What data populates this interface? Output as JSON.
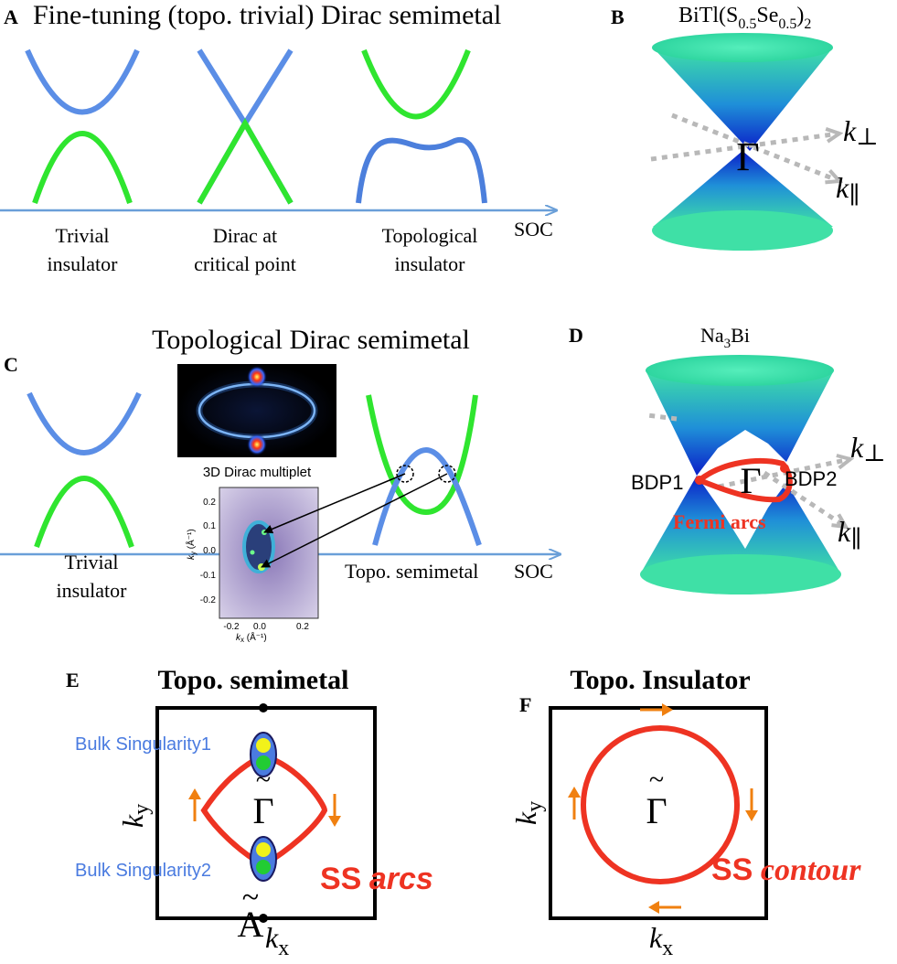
{
  "panel_a": {
    "letter": "A",
    "title": "Fine-tuning (topo. trivial) Dirac semimetal",
    "axis_label": "SOC",
    "label_trivial_1": "Trivial",
    "label_trivial_2": "insulator",
    "label_dirac_1": "Dirac at",
    "label_dirac_2": "critical point",
    "label_topo_1": "Topological",
    "label_topo_2": "insulator"
  },
  "panel_b": {
    "letter": "B",
    "material_main": "BiTl(S",
    "sub_s": "0.5",
    "material_se": "Se",
    "sub_se": "0.5",
    "material_close": ")",
    "sub_2": "2",
    "gamma": "Γ",
    "k_perp": "k",
    "k_perp_sub": "⊥",
    "k_par": "k",
    "k_par_sub": "∥"
  },
  "panel_c": {
    "letter": "C",
    "title": "Topological Dirac semimetal",
    "inset_caption": "3D Dirac multiplet",
    "label_trivial_1": "Trivial",
    "label_trivial_2": "insulator",
    "label_topo": "Topo. semimetal",
    "axis_label": "SOC",
    "arpes_ylabel": "k",
    "arpes_ylabel_sub": "y",
    "arpes_ylabel_unit": " (Å⁻¹)",
    "arpes_xlabel": "k",
    "arpes_xlabel_sub": "x",
    "arpes_xlabel_unit": " (Å⁻¹)",
    "arpes_yticks": [
      "0.2",
      "0.1",
      "0.0",
      "-0.1",
      "-0.2"
    ],
    "arpes_xticks": [
      "-0.2",
      "0.0",
      "0.2"
    ]
  },
  "panel_d": {
    "letter": "D",
    "material_main": "Na",
    "sub_3": "3",
    "material_end": "Bi",
    "gamma": "Γ",
    "bdp1": "BDP1",
    "bdp2": "BDP2",
    "fermi_arcs": "Fermi arcs",
    "k_perp": "k",
    "k_perp_sub": "⊥",
    "k_par": "k",
    "k_par_sub": "∥"
  },
  "panel_e": {
    "letter": "E",
    "title": "Topo. semimetal",
    "singularity_1": "Bulk Singularity1",
    "singularity_2": "Bulk Singularity2",
    "gamma": "Γ",
    "a_point": "A",
    "tilde": "~",
    "ky": "k",
    "ky_sub": "y",
    "kx": "k",
    "kx_sub": "x",
    "ss": "SS",
    "ss_word": "arcs"
  },
  "panel_f": {
    "letter": "F",
    "title": "Topo. Insulator",
    "gamma": "Γ",
    "tilde": "~",
    "ky": "k",
    "ky_sub": "y",
    "kx": "k",
    "kx_sub": "x",
    "ss": "SS",
    "ss_word": "contour"
  },
  "colors": {
    "blue_band": "#5b8ee6",
    "green_band": "#2fe52f",
    "axis": "#6a9fd8",
    "red_arc": "#ee3322",
    "orange_arrow": "#f08010",
    "singularity_blue": "#4a7be0"
  }
}
